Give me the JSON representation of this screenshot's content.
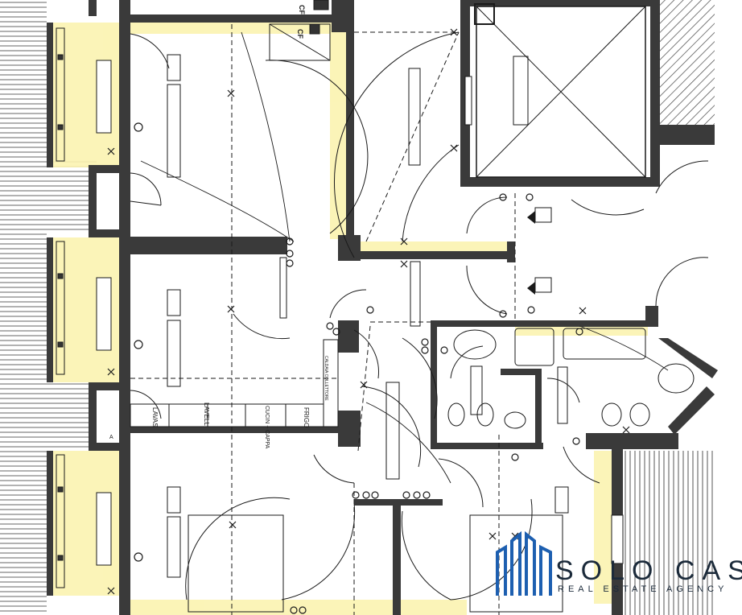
{
  "labels": {
    "cf_top": "CF",
    "cf_second": "CF",
    "lavas": "LAVAS",
    "lavell": "LAVELL",
    "cucina": "CUCIN + CAPPA",
    "frigo": "FRIGO",
    "caldaia": "CALDAIA COLLETTORE",
    "a_marker": "A"
  },
  "watermark": {
    "name": "SOLO CASE",
    "tagline": "REAL ESTATE AGENCY",
    "brand_color": "#1d5fb0"
  },
  "colors": {
    "wall": "#3a3a3a",
    "highlight": "#fbf3b0",
    "line": "#1a1a1a",
    "hatch": "#555555"
  }
}
